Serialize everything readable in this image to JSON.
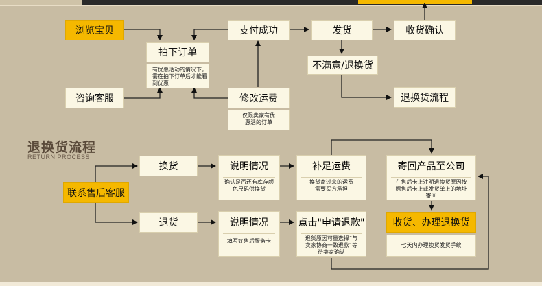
{
  "flow": {
    "browse": "浏览宝贝",
    "consult": "咨询客服",
    "place_order": "拍下订单",
    "place_order_note": "有优惠活动的情况下，需在拍下订单后才能看到优惠",
    "payment_success": "支付成功",
    "modify_shipping": "修改运费",
    "modify_shipping_note": "仅限卖家有优惠活的订单",
    "ship": "发货",
    "confirm_receipt": "收货确认",
    "unsatisfied": "不满意/退换货",
    "return_process": "退换货流程"
  },
  "return_section": {
    "title": "退换货流程",
    "subtitle": "RETURN PROCESS",
    "contact": "联系售后客服",
    "exchange": "换货",
    "refund": "退货",
    "explain1": "说明情况",
    "explain1_note": "确认是否还有库存颜色尺码供换货",
    "explain2": "说明情况",
    "explain2_note": "填写好售后服务卡",
    "pay_shipping": "补足运费",
    "pay_shipping_note": "换货寄过来的运费需要买方承担",
    "apply_refund": "点击\"申请退款\"",
    "apply_refund_note": "退货原因可量选择“与卖家协商一致退款”等待卖家确认",
    "send_back": "寄回产品至公司",
    "send_back_note": "在售后卡上注明退换货原因按照售后卡上或发货单上的地址寄回",
    "receive": "收货、办理退换货",
    "receive_note": "七天内办理换货发货手续"
  }
}
